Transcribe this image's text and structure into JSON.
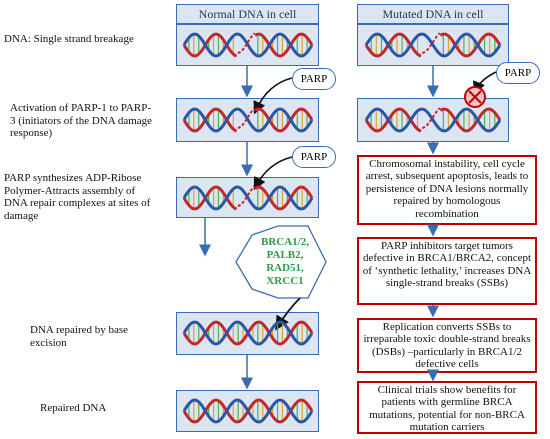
{
  "headers": {
    "normal": "Normal DNA in cell",
    "mutated": "Mutated DNA in cell"
  },
  "left_labels": {
    "step1": "DNA: Single strand breakage",
    "step2": "Activation of PARP-1 to PARP-3 (initiators of the DNA damage response)",
    "step3": "PARP synthesizes ADP-Ribose Polymer-Attracts assembly of DNA repair complexes at sites of damage",
    "step4": "DNA repaired by base excision",
    "step5": "Repaired DNA"
  },
  "parp_labels": {
    "normal_1": "PARP",
    "normal_2": "PARP",
    "mutated_1": "PARP"
  },
  "repair_proteins": [
    "BRCA1/2,",
    "PALB2,",
    "RAD51,",
    "XRCC1"
  ],
  "mutated_boxes": {
    "box1": "Chromosomal instability, cell cycle arrest, subsequent apoptosis, leads to persistence of DNA lesions normally repaired by homologous recombination",
    "box2": "PARP inhibitors target tumors defective in BRCA1/BRCA2, concept of ‘synthetic lethality,’ increases DNA single-strand breaks (SSBs)",
    "box3": "Replication converts SSBs to irreparable toxic double-strand breaks (DSBs) –particularly in BRCA1/2 defective cells",
    "box4": "Clinical trials show benefits for patients with germline BRCA mutations, potential for non-BRCA mutation carriers"
  },
  "colors": {
    "box_fill": "#dce6f2",
    "box_border": "#3a6cb4",
    "strand_red": "#c0282d",
    "strand_blue": "#2b55a8",
    "rung_green": "#4caf50",
    "alert_red": "#c00000",
    "protein_green": "#2e9c47"
  }
}
